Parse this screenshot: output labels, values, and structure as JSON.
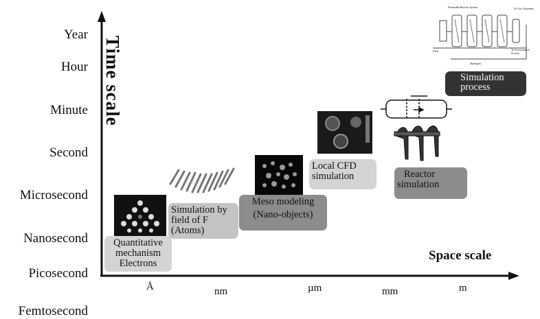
{
  "diagram": {
    "y_axis_title": "Time scale",
    "x_axis_title": "Space scale",
    "time_ticks": [
      "Year",
      "Hour",
      "Minute",
      "Second",
      "Microsecond",
      "Nanosecond",
      "Picosecond",
      "Femtosecond"
    ],
    "space_ticks": [
      "Å",
      "nm",
      "µm",
      "mm",
      "m"
    ],
    "boxes": {
      "quantum": "Quantitative mechanism Electrons",
      "atoms_line1": "Simulation by field of F",
      "atoms_line2": "(Atoms)",
      "meso_line1": "Meso modeling",
      "meso_line2": "(Nano-objects)",
      "cfd_line1": "Local CFD",
      "cfd_line2": "simulation",
      "reactor_line1": "Reactor",
      "reactor_line2": "simulation",
      "process_line1": "Simulation",
      "process_line2": "process"
    },
    "process_labels": {
      "feed": "Feed",
      "hydrogen": "Hydrogen",
      "top": "Permeable Reactor System",
      "gas": "To Gas Treatment",
      "fraction": "To Fractionation Section"
    }
  }
}
